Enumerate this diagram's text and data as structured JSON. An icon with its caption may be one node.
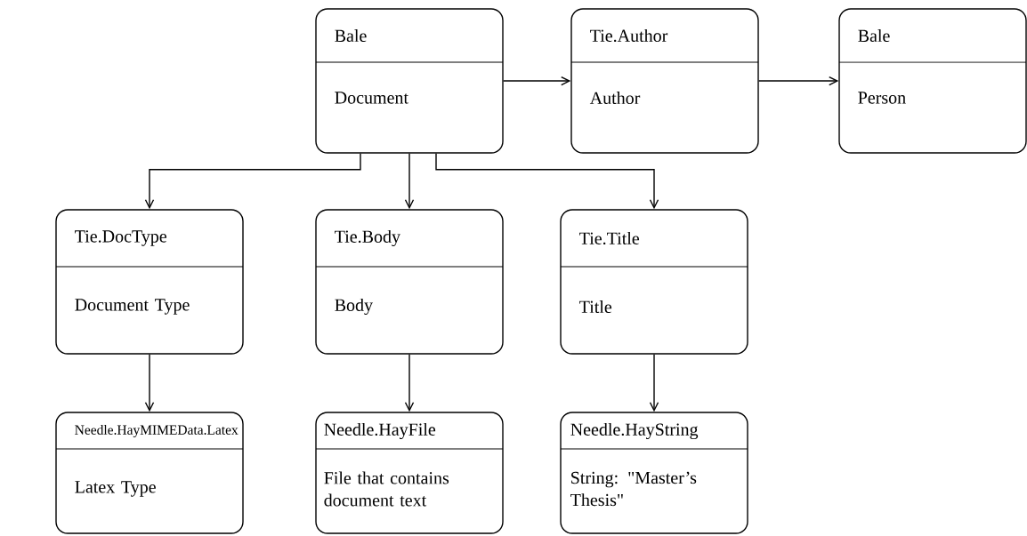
{
  "diagram": {
    "nodes": [
      {
        "text": [
          "Bale",
          "Document"
        ]
      },
      {
        "text": [
          "Tie.Author",
          "Author"
        ]
      },
      {
        "text": [
          "Bale",
          "Person"
        ]
      },
      {
        "text": [
          "Tie.DocType",
          "Document Type"
        ]
      },
      {
        "text": [
          "Tie.Body",
          "Body"
        ]
      },
      {
        "text": [
          "Tie.Title",
          "Title"
        ]
      },
      {
        "text": [
          "Needle.HayMIMEData.Latex",
          "Latex Type"
        ]
      },
      {
        "text": [
          "Needle.HayFile",
          "File that contains document text"
        ]
      },
      {
        "text": [
          "Needle.HayString",
          "String: \"Master’s Thesis\""
        ]
      }
    ],
    "edges": [
      {
        "from": 0,
        "to": 1,
        "arrow": "to"
      },
      {
        "from": 1,
        "to": 2,
        "arrow": "to"
      },
      {
        "from": 0,
        "to": 3,
        "arrow": "to"
      },
      {
        "from": 0,
        "to": 4,
        "arrow": "to"
      },
      {
        "from": 0,
        "to": 5,
        "arrow": "to"
      },
      {
        "from": 3,
        "to": 6,
        "arrow": "to"
      },
      {
        "from": 4,
        "to": 7,
        "arrow": "to"
      },
      {
        "from": 5,
        "to": 8,
        "arrow": "to"
      }
    ]
  }
}
